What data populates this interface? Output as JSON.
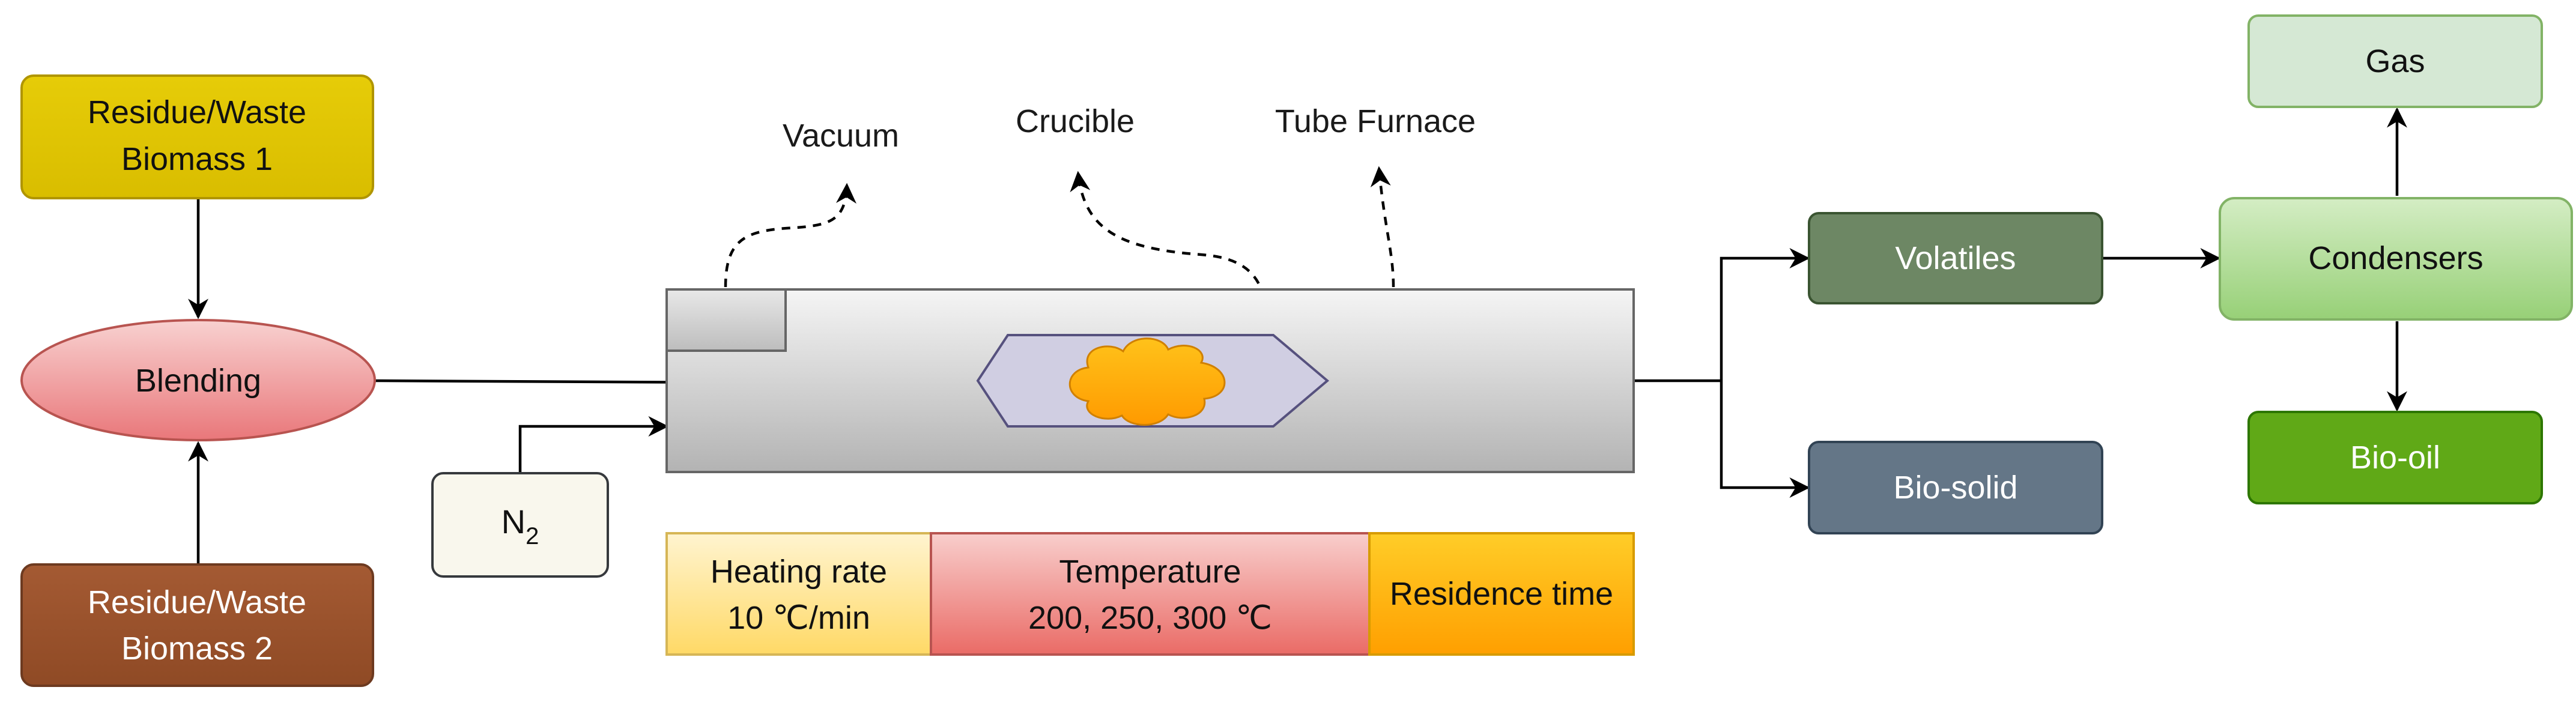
{
  "inputs": {
    "biomass1": [
      "Residue/Waste",
      "Biomass 1"
    ],
    "biomass2": [
      "Residue/Waste",
      "Biomass 2"
    ],
    "blending": "Blending",
    "n2_main": "N",
    "n2_sub": "2"
  },
  "furnace": {
    "vacuum": "Vacuum",
    "crucible": "Crucible",
    "tube_furnace": "Tube Furnace"
  },
  "parameters": {
    "heating_rate_title": "Heating rate",
    "heating_rate_value": "10 ℃/min",
    "temperature_title": "Temperature",
    "temperature_value": "200, 250, 300 ℃",
    "residence_time": "Residence time"
  },
  "outputs": {
    "volatiles": "Volatiles",
    "bio_solid": "Bio-solid",
    "condensers": "Condensers",
    "gas": "Gas",
    "bio_oil": "Bio-oil"
  },
  "colors": {
    "biomass1": "#e3c800",
    "biomass2": "#a0522d",
    "blending": "#f19c99",
    "volatiles": "#6d8764",
    "bio_solid": "#647687",
    "condensers": "#97d077",
    "gas": "#d5e8d4",
    "bio_oil": "#60a917",
    "heating": "#fff2cc",
    "temperature": "#f8cecc",
    "residence": "#ffcd28",
    "crucible": "#d0cee2",
    "sample": "#ffa500"
  }
}
